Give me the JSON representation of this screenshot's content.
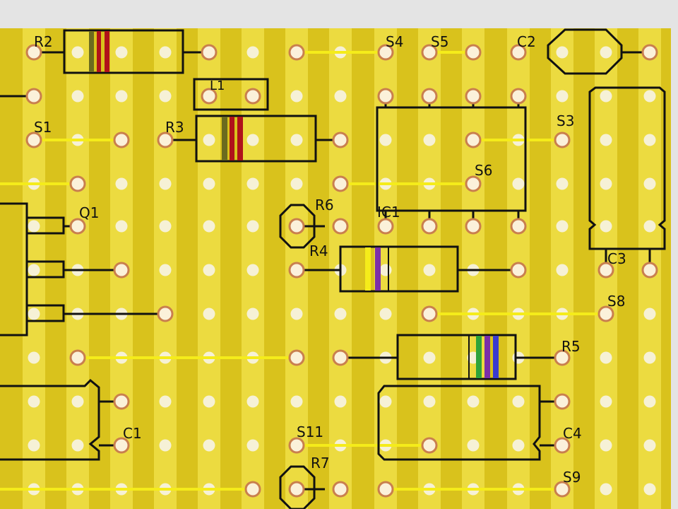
{
  "board": {
    "colors": {
      "background": "#e4e4e4",
      "board": "#d9c21c",
      "strip": "#ecdb40",
      "hole": "#f6f1d6",
      "pad_ring": "#c97f4e",
      "pad_fill": "#fbf1da",
      "link": "#f5ec1a",
      "outline": "#111111",
      "lead": "#111111"
    },
    "labels": {
      "r2": "R2",
      "l1": "L1",
      "r3": "R3",
      "s1": "S1",
      "q1": "Q1",
      "r6": "R6",
      "r4": "R4",
      "ic1": "IC1",
      "s4": "S4",
      "s5": "S5",
      "c2": "C2",
      "s3": "S3",
      "s6": "S6",
      "c3": "C3",
      "s8": "S8",
      "r5": "R5",
      "c1": "C1",
      "s11": "S11",
      "r7": "R7",
      "c4": "C4",
      "s9": "S9"
    },
    "resistor_bands": {
      "r2": [
        "#6b6b1e",
        "#b0121a",
        "#b0121a"
      ],
      "r3": [
        "#6b6b1e",
        "#b0121a",
        "#b0121a"
      ],
      "r4": [
        "#f5ec1a",
        "#7b2fa8"
      ],
      "r5": [
        "#2ea33a",
        "#7b2fa8",
        "#3b3bd0"
      ]
    }
  }
}
